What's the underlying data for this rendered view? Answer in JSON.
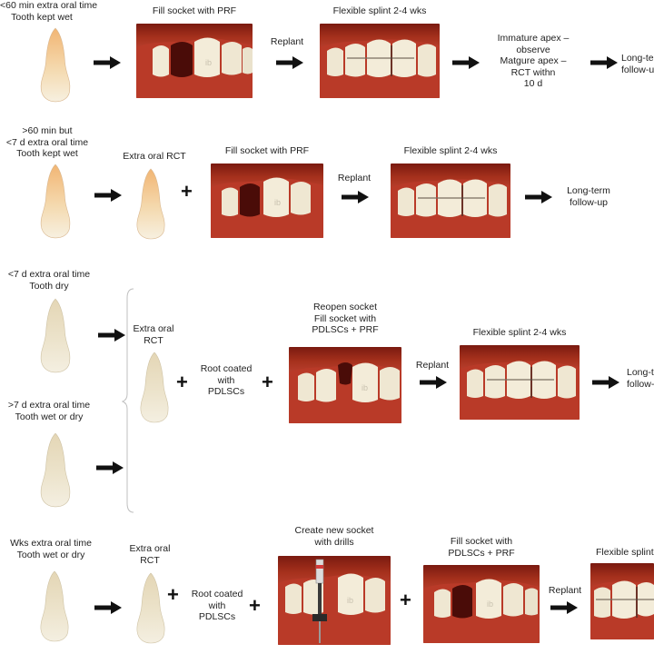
{
  "row1": {
    "condition": [
      "<60 min extra oral time",
      "Tooth kept wet"
    ],
    "fill_label": "Fill socket with PRF",
    "replant_label": "Replant",
    "splint_label": "Flexible splint 2-4 wks",
    "apex_label": [
      "Immature apex –",
      "observe",
      "Matgure apex –",
      "RCT withn",
      "10 d"
    ],
    "followup_label": [
      "Long-term",
      "follow-up"
    ]
  },
  "row2": {
    "condition": [
      ">60 min but",
      "<7 d extra oral time",
      "Tooth kept wet"
    ],
    "rct_label": "Extra oral RCT",
    "fill_label": "Fill socket with PRF",
    "replant_label": "Replant",
    "splint_label": "Flexible splint 2-4 wks",
    "followup_label": [
      "Long-term",
      "follow-up"
    ]
  },
  "row3": {
    "condition_a": [
      "<7 d extra oral time",
      "Tooth dry"
    ],
    "condition_b": [
      ">7 d extra oral time",
      "Tooth wet or dry"
    ],
    "rct_label": [
      "Extra oral",
      "RCT"
    ],
    "root_label": [
      "Root coated",
      "with",
      "PDLSCs"
    ],
    "reopen_label": [
      "Reopen socket",
      "Fill socket with",
      "PDLSCs + PRF"
    ],
    "replant_label": "Replant",
    "splint_label": "Flexible splint 2-4 wks",
    "followup_label": [
      "Long-term",
      "follow-up"
    ]
  },
  "row4": {
    "condition": [
      "Wks extra oral time",
      "Tooth wet or dry"
    ],
    "rct_label": [
      "Extra oral",
      "RCT"
    ],
    "root_label": [
      "Root coated",
      "with",
      "PDLSCs"
    ],
    "drill_label": [
      "Create new socket",
      "with drills"
    ],
    "fill_label": [
      "Fill socket with",
      "PDLSCs + PRF"
    ],
    "replant_label": "Replant",
    "splint_label": "Flexible splint"
  },
  "colors": {
    "gum": "#b23422",
    "tooth_enamel": "#f1ead6",
    "tooth_root": "#e9c79a",
    "arrow": "#111111"
  },
  "icons": [
    "tooth-icon",
    "arrow-right-icon",
    "plus-icon",
    "splint-mark-icon",
    "drill-icon"
  ]
}
